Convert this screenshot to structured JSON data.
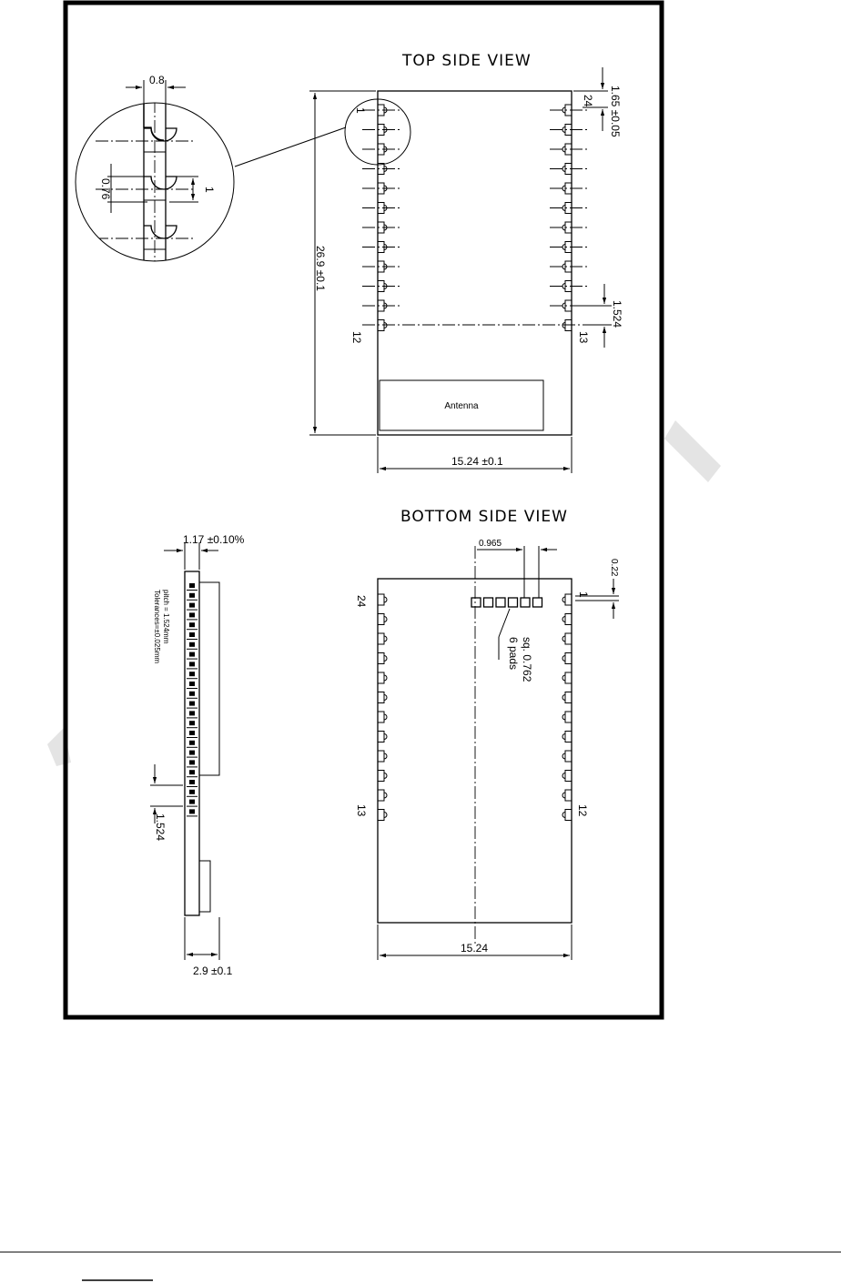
{
  "top_view": {
    "title": "TOP SIDE VIEW",
    "antenna_label": "Antenna",
    "pin_first_left": "1",
    "pin_last_left": "12",
    "pin_first_right": "24",
    "pin_last_right": "13",
    "dim_height": "26.9 ±0.1",
    "dim_width": "15.24 ±0.1",
    "dim_top_offset": "1.65 ±0.05",
    "dim_pitch": "1.524"
  },
  "detail": {
    "dim_castellation_width": "0.8",
    "dim_hole": "0.76",
    "dim_spacing": "1"
  },
  "bottom_view": {
    "title": "BOTTOM SIDE VIEW",
    "pin_left_top": "24",
    "pin_left_bottom": "13",
    "pin_right_top": "1",
    "pin_right_bottom": "12",
    "dim_pad_offset": "0.965",
    "dim_edge": "0.22",
    "pads_note_line1": "6 pads",
    "pads_note_line2": "sq. 0.762",
    "dim_width": "15.24"
  },
  "side_view": {
    "dim_thickness": "1.17 ±0.10%",
    "note_pitch": "pitch = 1.524mm",
    "note_tolerance": "Tolerances=±0.025mm",
    "dim_pitch": "1.524",
    "dim_overall": "2.9  ±0.1"
  }
}
